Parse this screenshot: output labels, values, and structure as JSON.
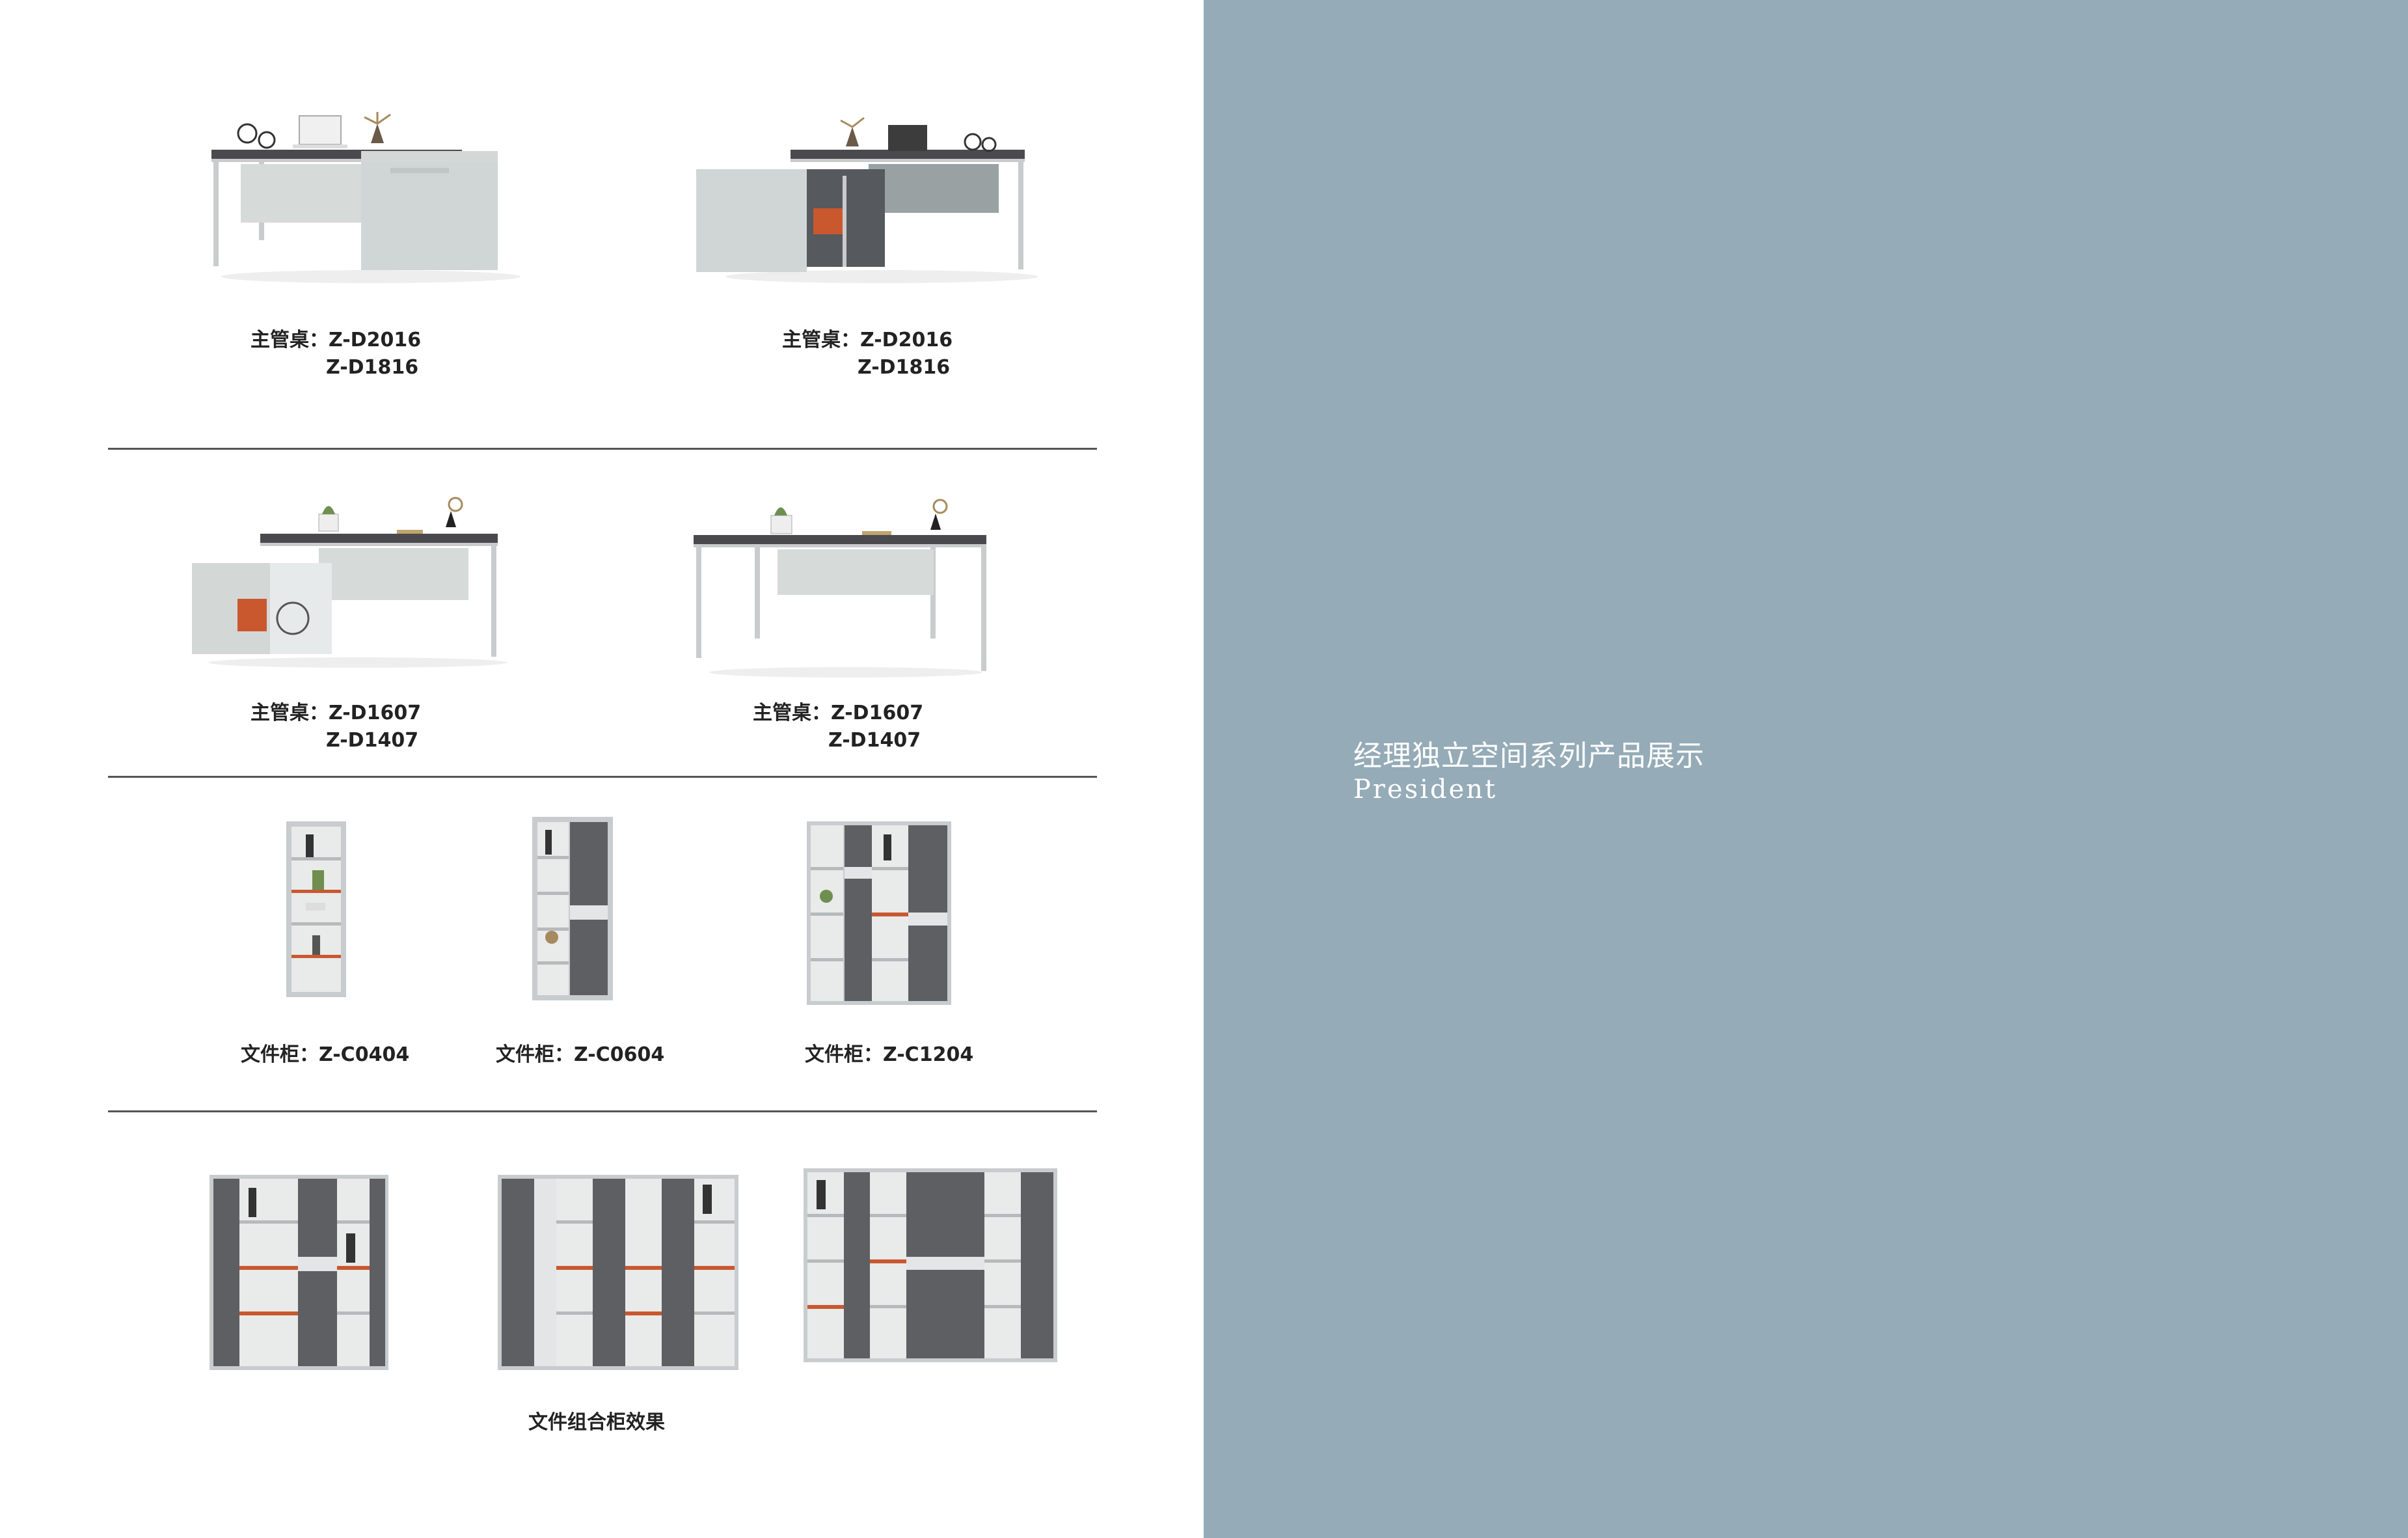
{
  "section_title": "经理独立空间系列产品展示",
  "section_subtitle": "President",
  "products": {
    "desk1": {
      "label": "主管桌：",
      "model1": "Z-D2016",
      "model2": "Z-D1816"
    },
    "desk2": {
      "label": "主管桌：",
      "model1": "Z-D2016",
      "model2": "Z-D1816"
    },
    "desk3": {
      "label": "主管桌：",
      "model1": "Z-D1607",
      "model2": "Z-D1407"
    },
    "desk4": {
      "label": "主管桌：",
      "model1": "Z-D1607",
      "model2": "Z-D1407"
    },
    "cabinet1": {
      "label": "文件柜：",
      "model": "Z-C0404"
    },
    "cabinet2": {
      "label": "文件柜：",
      "model": "Z-C0604"
    },
    "cabinet3": {
      "label": "文件柜：",
      "model": "Z-C1204"
    }
  },
  "combo_caption": "文件组合柜效果",
  "colors": {
    "panel": "#95abb7",
    "desk_top": "#4a4a4e",
    "frame": "#c9cbcc",
    "cabinet_body": "#c8ccce",
    "wood_dark": "#5d5f63",
    "accent_orange": "#c9582f"
  }
}
